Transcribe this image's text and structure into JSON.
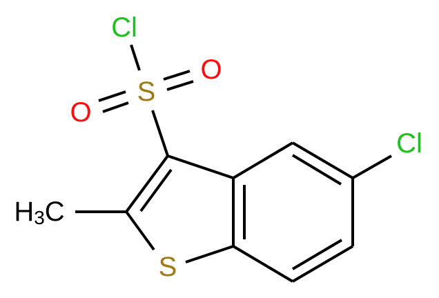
{
  "molecule": {
    "atoms": {
      "cl_sulfonyl": {
        "label": "Cl",
        "color": "#1FC01F"
      },
      "s_sulfonyl": {
        "label": "S",
        "color": "#A07818"
      },
      "o_left": {
        "label": "O",
        "color": "#FF0D0D"
      },
      "o_right": {
        "label": "O",
        "color": "#FF0D0D"
      },
      "s_ring": {
        "label": "S",
        "color": "#A07818"
      },
      "cl_ring": {
        "label": "Cl",
        "color": "#1FC01F"
      },
      "methyl": {
        "label_main": "H",
        "label_sub": "3",
        "label_tail": "C",
        "color": "#000000"
      }
    }
  }
}
